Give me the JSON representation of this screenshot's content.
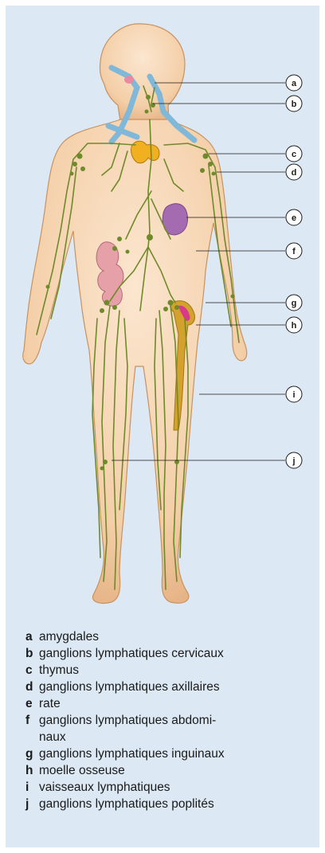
{
  "callouts": {
    "a": "a",
    "b": "b",
    "c": "c",
    "d": "d",
    "e": "e",
    "f": "f",
    "g": "g",
    "h": "h",
    "i": "i",
    "j": "j"
  },
  "legend": [
    {
      "letter": "a",
      "text": "amygdales"
    },
    {
      "letter": "b",
      "text": "ganglions lymphatiques cervicaux"
    },
    {
      "letter": "c",
      "text": "thymus"
    },
    {
      "letter": "d",
      "text": "ganglions lymphatiques axillaires"
    },
    {
      "letter": "e",
      "text": "rate"
    },
    {
      "letter": "f",
      "text": "ganglions lymphatiques abdomi-",
      "text2": "naux"
    },
    {
      "letter": "g",
      "text": "ganglions lymphatiques inguinaux"
    },
    {
      "letter": "h",
      "text": "moelle osseuse"
    },
    {
      "letter": "i",
      "text": "vaisseaux lymphatiques"
    },
    {
      "letter": "j",
      "text": "ganglions lymphatiques poplités"
    }
  ],
  "colors": {
    "panel": "#dce8f4",
    "skin": "#f6d3b0",
    "skin_shade": "#e6b68a",
    "lymph": "#6f8a2a",
    "vein": "#7fb8d8",
    "thymus": "#f0b020",
    "spleen": "#a56bb0",
    "bone": "#d4a22c",
    "marrow": "#d83a8a",
    "intestine": "#e5a0a8"
  }
}
